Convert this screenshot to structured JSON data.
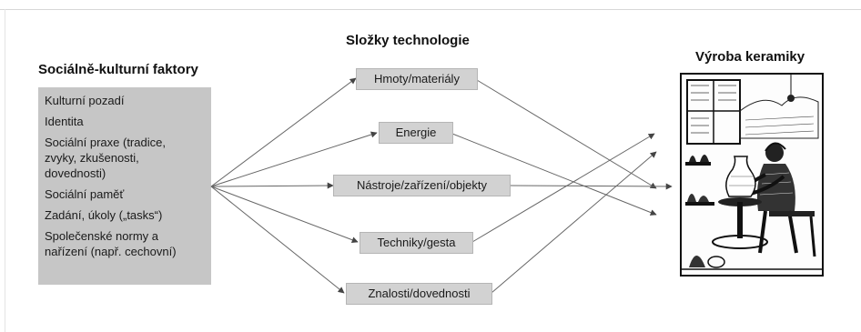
{
  "headings": {
    "factors": "Sociálně-kulturní faktory",
    "components": "Složky technologie",
    "result": "Výroba keramiky"
  },
  "factors": [
    "Kulturní pozadí",
    "Identita",
    "Sociální praxe (tradice,\nzvyky, zkušenosti,\ndovednosti)",
    "Sociální paměť",
    "Zadání, úkoly („tasks“)",
    "Společenské normy a\nnařízení (např. cechovní)"
  ],
  "components": [
    "Hmoty/materiály",
    "Energie",
    "Nástroje/zařízení/objekty",
    "Techniky/gesta",
    "Znalosti/dovednosti"
  ],
  "image": {
    "subject": "woodcut of a potter at a wheel"
  },
  "colors": {
    "box": "#c6c6c6",
    "component_box": "#d2d2d2",
    "line": "#555555"
  }
}
